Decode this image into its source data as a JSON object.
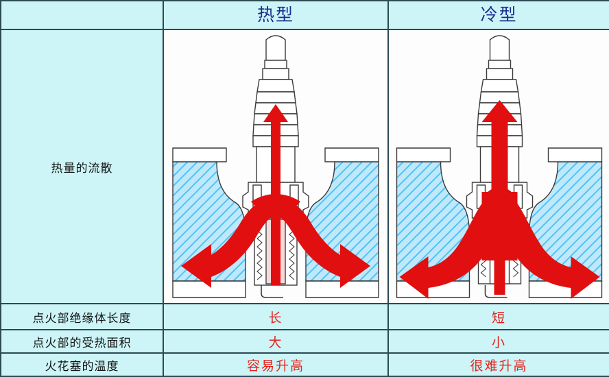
{
  "table": {
    "header": {
      "label_blank": "",
      "columns": [
        {
          "label": "热型"
        },
        {
          "label": "冷型"
        }
      ]
    },
    "rows": [
      {
        "label": "热量的流散",
        "type": "figure",
        "hot": "hot-type-spark-plug-heat-flow-diagram",
        "cold": "cold-type-spark-plug-heat-flow-diagram"
      },
      {
        "label": "点火部绝缘体长度",
        "type": "text",
        "hot": "长",
        "cold": "短"
      },
      {
        "label": "点火部的受热面积",
        "type": "text",
        "hot": "大",
        "cold": "小"
      },
      {
        "label": "火花塞的温度",
        "type": "text",
        "hot": "容易升高",
        "cold": "很难升高"
      }
    ]
  },
  "colors": {
    "cell_background": "#cdf5f8",
    "figure_background": "#fdfdfd",
    "border": "#2b4a52",
    "header_text": "#1b2f8f",
    "value_text": "#e8201a",
    "heat_arrow": "#e10f0f",
    "cylinder_head_hatch": "#4fc3f7",
    "cylinder_head_fill": "#bfe9fb",
    "plug_outline": "#3a3a3a"
  }
}
